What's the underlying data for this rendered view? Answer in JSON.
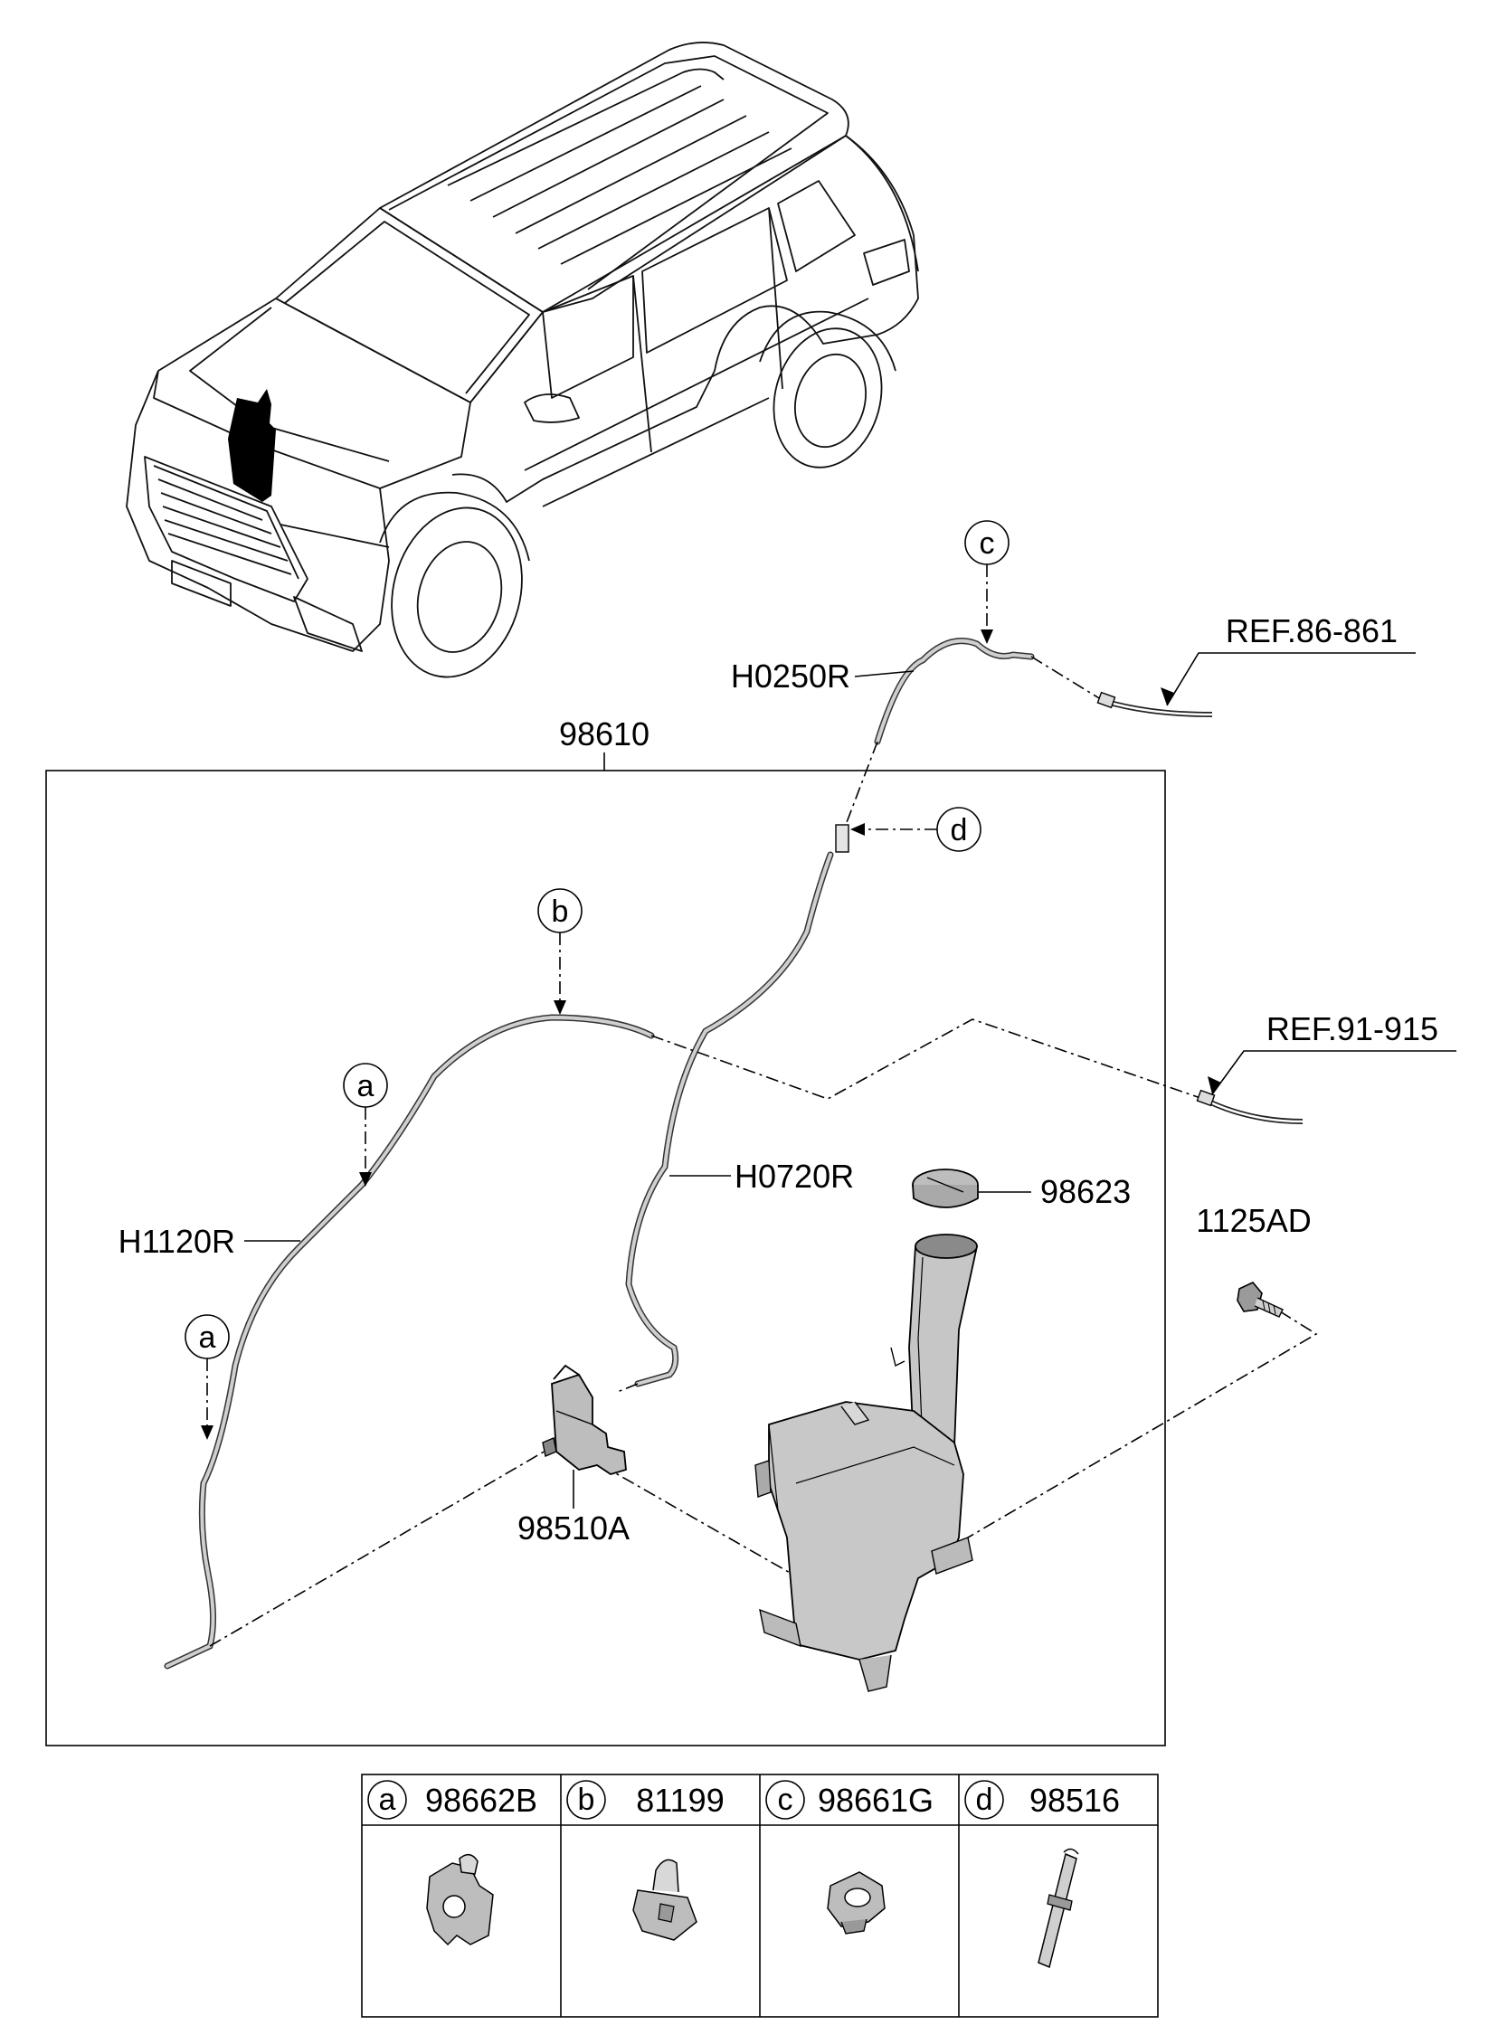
{
  "labels": {
    "assembly": "98610",
    "ref_86": "REF.86-861",
    "ref_91": "REF.91-915",
    "h0250r": "H0250R",
    "h0720r": "H0720R",
    "h1120r": "H1120R",
    "cap": "98623",
    "bolt": "1125AD",
    "pump": "98510A"
  },
  "callouts": {
    "a": "a",
    "b": "b",
    "c": "c",
    "d": "d"
  },
  "parts_table": [
    {
      "letter": "a",
      "part": "98662B"
    },
    {
      "letter": "b",
      "part": "81199"
    },
    {
      "letter": "c",
      "part": "98661G"
    },
    {
      "letter": "d",
      "part": "98516"
    }
  ]
}
